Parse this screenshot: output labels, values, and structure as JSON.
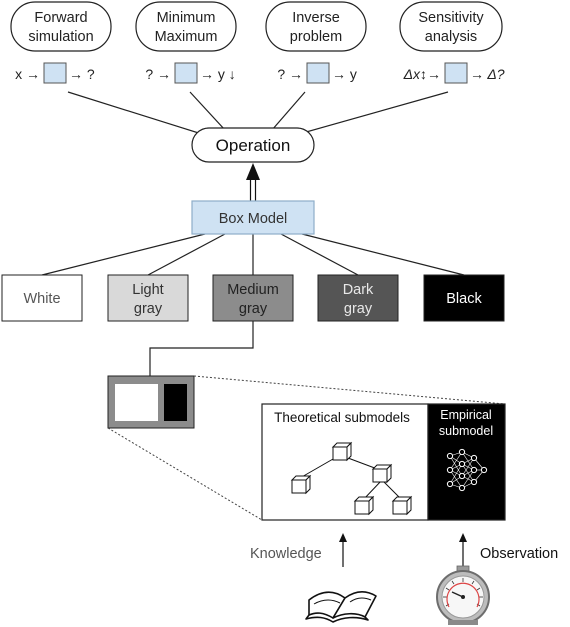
{
  "operations": [
    {
      "line1": "Forward",
      "line2": "simulation",
      "formula": {
        "pre": "x →",
        "post": "→ ?"
      }
    },
    {
      "line1": "Minimum",
      "line2": "Maximum",
      "formula": {
        "pre": "? →",
        "post": "→ y ↓"
      }
    },
    {
      "line1": "Inverse",
      "line2": "problem",
      "formula": {
        "pre": "? →",
        "post": "→ y"
      }
    },
    {
      "line1": "Sensitivity",
      "line2": "analysis",
      "formula": {
        "pre": "Δx↕→",
        "post": "→ Δ?"
      }
    }
  ],
  "operation_label": "Operation",
  "box_model_label": "Box Model",
  "box_types": [
    {
      "line1": "White",
      "line2": "",
      "fill": "#ffffff",
      "text_color": "#555555"
    },
    {
      "line1": "Light",
      "line2": "gray",
      "fill": "#d9d9d9",
      "text_color": "#333333"
    },
    {
      "line1": "Medium",
      "line2": "gray",
      "fill": "#8c8c8c",
      "text_color": "#222222"
    },
    {
      "line1": "Dark",
      "line2": "gray",
      "fill": "#555555",
      "text_color": "#e8e8e8"
    },
    {
      "line1": "Black",
      "line2": "",
      "fill": "#000000",
      "text_color": "#ffffff"
    }
  ],
  "theoretical_label": "Theoretical submodels",
  "empirical_label": {
    "line1": "Empirical",
    "line2": "submodel"
  },
  "knowledge_label": "Knowledge",
  "observation_label": "Observation",
  "colors": {
    "box_blue": "#cfe2f3",
    "box_blue_stroke": "#8eaec9"
  }
}
